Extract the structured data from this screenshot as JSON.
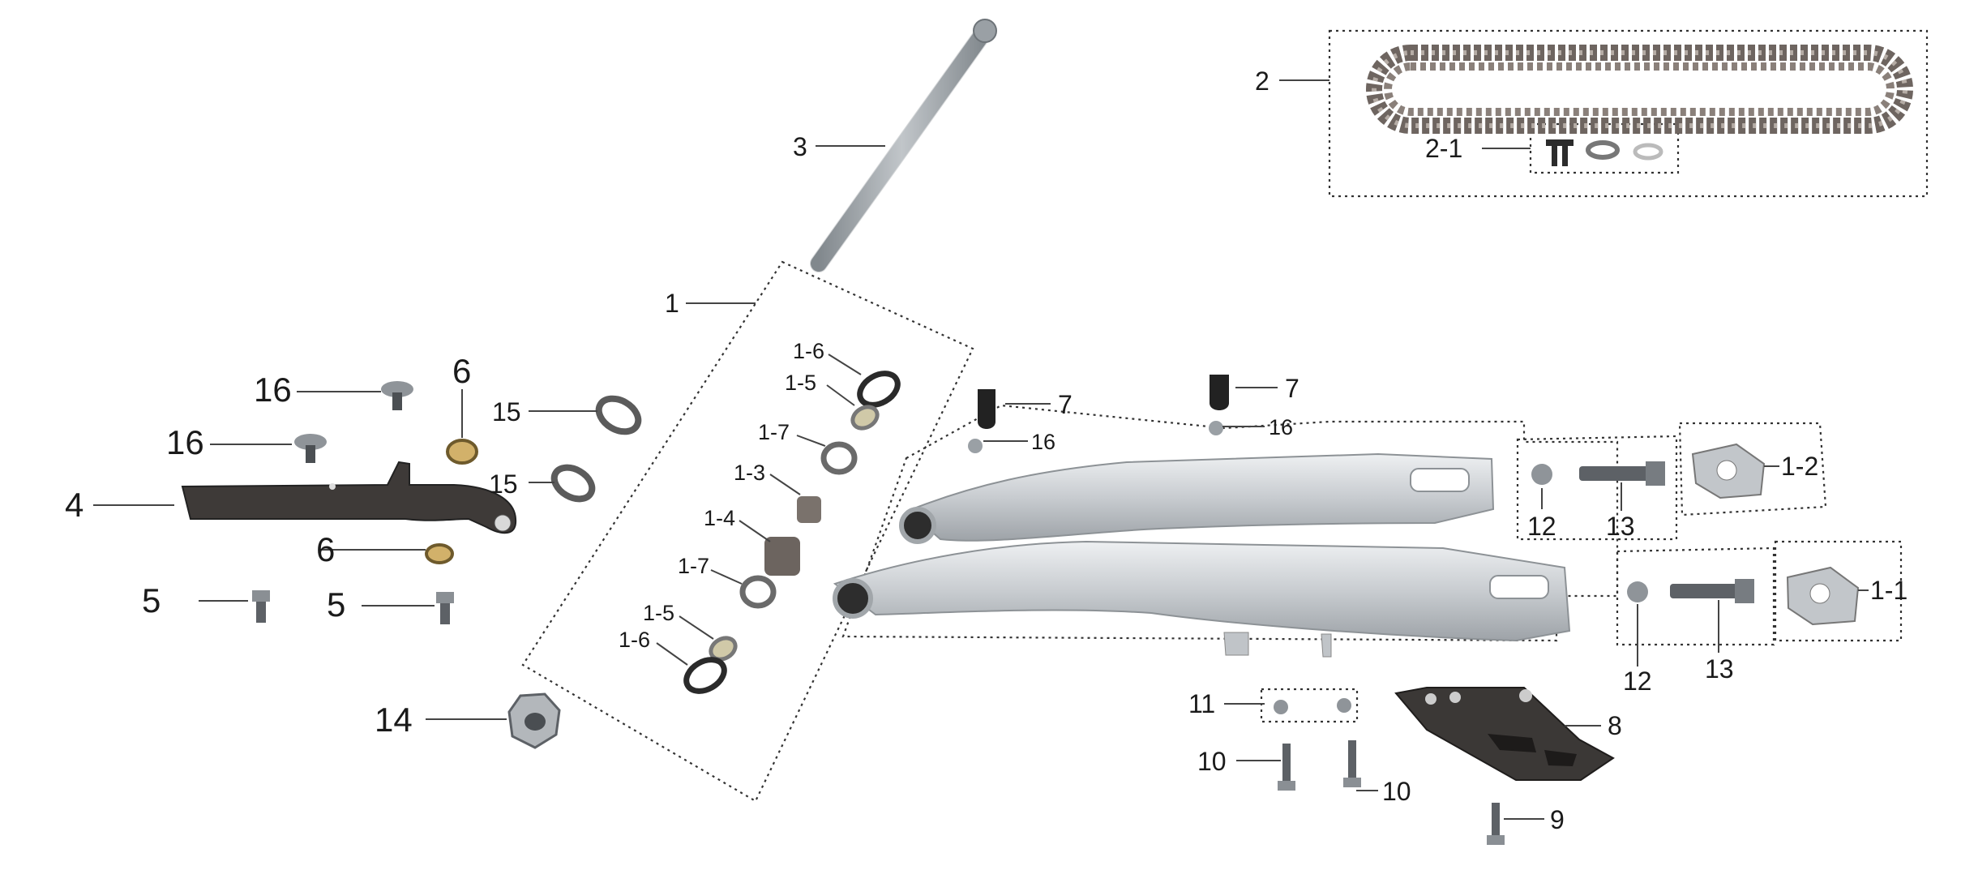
{
  "callouts": {
    "c1": "1",
    "c1_2": "1-2",
    "c1_1": "1-1",
    "c1_3": "1-3",
    "c1_4": "1-4",
    "c1_5a": "1-5",
    "c1_5b": "1-5",
    "c1_6a": "1-6",
    "c1_6b": "1-6",
    "c1_7a": "1-7",
    "c1_7b": "1-7",
    "c2": "2",
    "c2_1": "2-1",
    "c3": "3",
    "c4": "4",
    "c5a": "5",
    "c5b": "5",
    "c6a": "6",
    "c6b": "6",
    "c7a": "7",
    "c7b": "7",
    "c8": "8",
    "c9": "9",
    "c10a": "10",
    "c10b": "10",
    "c11": "11",
    "c12a": "12",
    "c12b": "12",
    "c13a": "13",
    "c13b": "13",
    "c14": "14",
    "c15a": "15",
    "c15b": "15",
    "c16a": "16",
    "c16b": "16",
    "c16c": "16",
    "c16d": "16"
  },
  "parts": [
    {
      "id": "swingarm",
      "icon": "swingarm-illustration"
    },
    {
      "id": "drive-chain",
      "icon": "chain-illustration"
    },
    {
      "id": "pivot-axle",
      "icon": "axle-illustration"
    },
    {
      "id": "chain-slider",
      "icon": "slider-illustration"
    },
    {
      "id": "chain-guide",
      "icon": "guide-illustration"
    }
  ],
  "colors": {
    "metal": "#c8ccd0",
    "dark_plastic": "#3b3836",
    "leader_line": "#444444",
    "dotted_group": "#333333"
  }
}
